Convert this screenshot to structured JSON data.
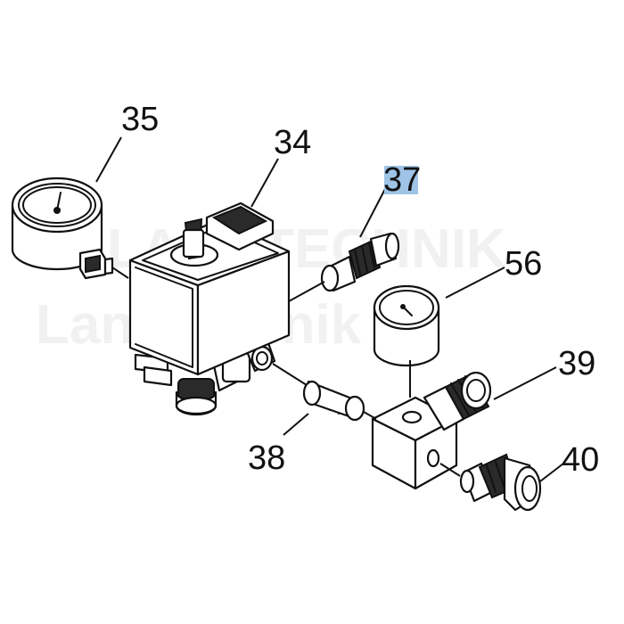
{
  "watermark": {
    "line1": "LANDTECHNIK",
    "line2": "Landtechnik"
  },
  "labels": {
    "p35": "35",
    "p34": "34",
    "p37": "37",
    "p56": "56",
    "p39": "39",
    "p38": "38",
    "p40": "40"
  },
  "colors": {
    "highlight": "#9fc3e6",
    "line": "#111111"
  }
}
